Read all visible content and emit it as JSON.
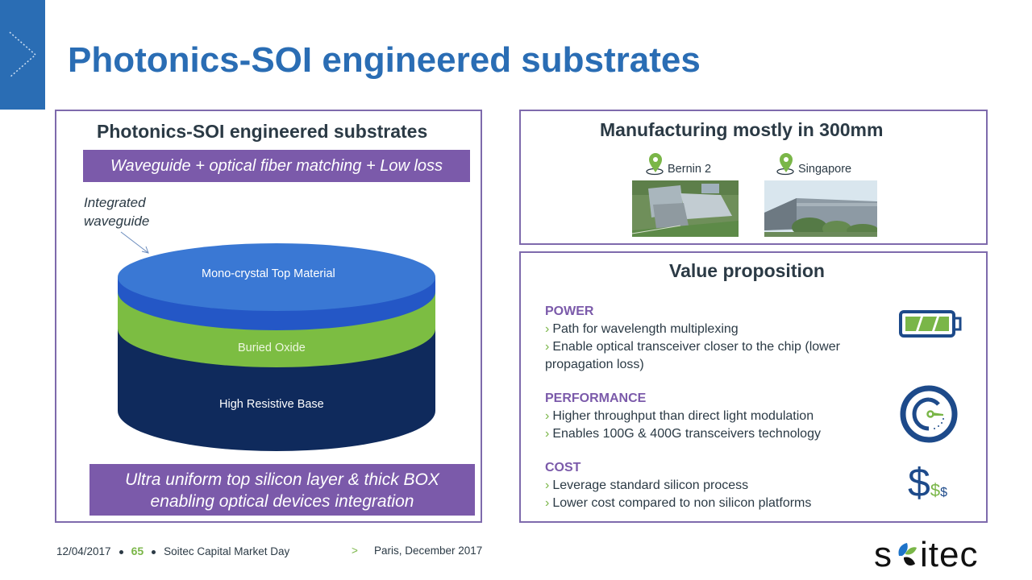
{
  "slide": {
    "title": "Photonics-SOI engineered substrates",
    "colors": {
      "title_blue": "#2a6db4",
      "purple": "#7b5aaa",
      "green": "#7ab648",
      "navy": "#0f2a5c"
    }
  },
  "left_panel": {
    "heading": "Photonics-SOI engineered substrates",
    "top_banner": "Waveguide + optical fiber matching + Low loss",
    "waveguide_label_line1": "Integrated",
    "waveguide_label_line2": "waveguide",
    "layers": {
      "top": "Mono-crystal Top Material",
      "middle": "Buried Oxide",
      "base": "High Resistive Base"
    },
    "bottom_banner_line1": "Ultra uniform top silicon layer & thick BOX",
    "bottom_banner_line2": "enabling optical devices integration"
  },
  "manufacturing_panel": {
    "heading": "Manufacturing mostly in 300mm",
    "locations": [
      {
        "name": "Bernin 2",
        "icon": "map-pin-icon"
      },
      {
        "name": "Singapore",
        "icon": "map-pin-icon"
      }
    ]
  },
  "value_panel": {
    "heading": "Value proposition",
    "sections": [
      {
        "category": "POWER",
        "icon": "battery-icon",
        "bullets": [
          "Path for wavelength multiplexing",
          "Enable optical transceiver closer to the chip (lower"
        ],
        "continuation": "propagation loss)"
      },
      {
        "category": "PERFORMANCE",
        "icon": "speedometer-icon",
        "bullets": [
          "Higher throughput than direct light modulation",
          "Enables 100G & 400G transceivers technology"
        ]
      },
      {
        "category": "COST",
        "icon": "dollar-icon",
        "bullets": [
          "Leverage standard silicon process",
          "Lower cost compared to non silicon platforms"
        ]
      }
    ],
    "bullet_glyph": "›"
  },
  "footer": {
    "date": "12/04/2017",
    "page_number": "65",
    "event": "Soitec Capital Market Day",
    "arrow": ">",
    "location_date": "Paris, December 2017"
  },
  "logo": {
    "text_s": "s",
    "text_rest": "itec"
  }
}
